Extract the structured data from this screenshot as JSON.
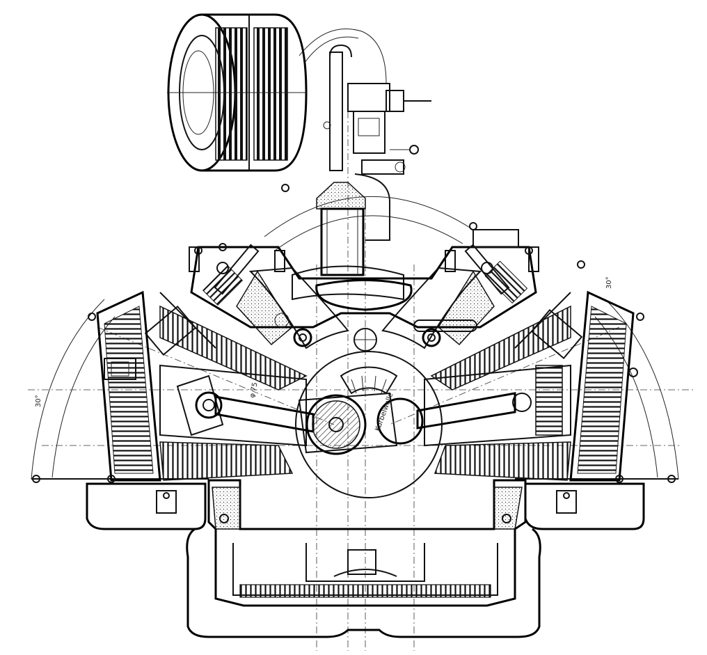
{
  "drawing": {
    "annotations": {
      "left_angle": "30°",
      "right_angle": "30°",
      "rod_dim": "φ 75",
      "crank_note": "Kurbelwelle"
    },
    "colors": {
      "ink": "#111111",
      "paper": "#ffffff"
    }
  }
}
